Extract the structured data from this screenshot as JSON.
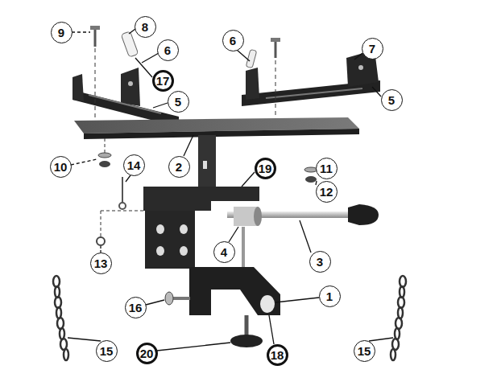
{
  "diagram": {
    "nodes": [
      {
        "text": [
          "9"
        ]
      },
      {
        "text": [
          "8"
        ]
      },
      {
        "text": [
          "6"
        ]
      },
      {
        "text": [
          "17"
        ]
      },
      {
        "text": [
          "5"
        ]
      },
      {
        "text": [
          "6"
        ]
      },
      {
        "text": [
          "7"
        ]
      },
      {
        "text": [
          "5"
        ]
      },
      {
        "text": [
          "2"
        ]
      },
      {
        "text": [
          "10"
        ]
      },
      {
        "text": [
          "14"
        ]
      },
      {
        "text": [
          "11"
        ]
      },
      {
        "text": [
          "12"
        ]
      },
      {
        "text": [
          "19"
        ]
      },
      {
        "text": [
          "3"
        ]
      },
      {
        "text": [
          "4"
        ]
      },
      {
        "text": [
          "13"
        ]
      },
      {
        "text": [
          "1"
        ]
      },
      {
        "text": [
          "16"
        ]
      },
      {
        "text": [
          "15"
        ]
      },
      {
        "text": [
          "20"
        ]
      },
      {
        "text": [
          "18"
        ]
      },
      {
        "text": [
          "15"
        ]
      }
    ]
  }
}
